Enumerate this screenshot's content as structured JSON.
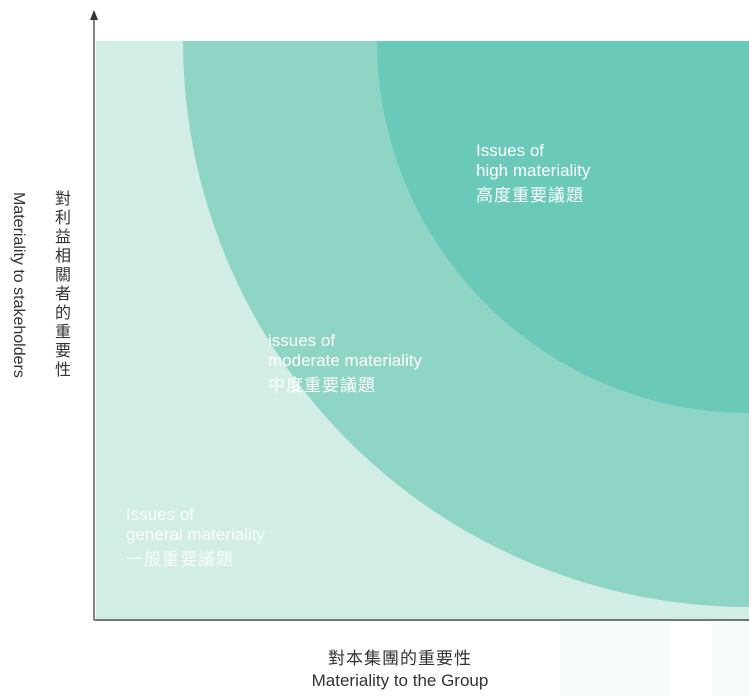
{
  "zones": {
    "general": {
      "en_line1": "Issues of",
      "en_line2": "general materiality",
      "zh": "一般重要議題",
      "color": "#d2ede6"
    },
    "moderate": {
      "en_line1": "issues of",
      "en_line2": "moderate materiality",
      "zh": "中度重要議題",
      "color": "#8fd5c5"
    },
    "high": {
      "en_line1": "Issues of",
      "en_line2": "high materiality",
      "zh": "高度重要議題",
      "color": "#6ac9b8"
    }
  },
  "axes": {
    "y_label_zh": "對利益相關者的重要性",
    "y_label_en": "Materiality to stakeholders",
    "x_label_zh": "對本集團的重要性",
    "x_label_en": "Materiality to the Group",
    "axis_color": "#333333"
  }
}
